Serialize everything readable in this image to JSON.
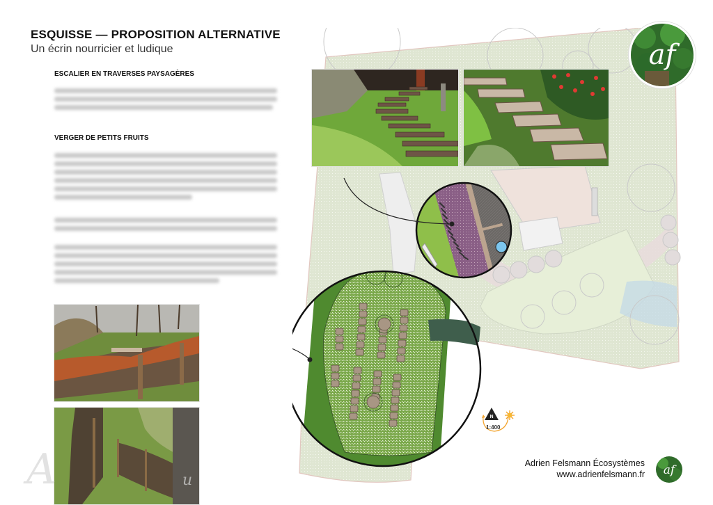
{
  "header": {
    "title": "ESQUISSE — PROPOSITION ALTERNATIVE",
    "subtitle": "Un écrin nourricier et ludique"
  },
  "sections": [
    {
      "heading": "ESCALIER EN TRAVERSES PAYSAGÈRES",
      "paragraphs": [
        {
          "lines": 3,
          "blurred": true
        }
      ]
    },
    {
      "heading": "VERGER DE PETITS FRUITS",
      "paragraphs": [
        {
          "lines": 6,
          "blurred": true
        },
        {
          "lines": 2,
          "blurred": true
        },
        {
          "lines": 5,
          "blurred": true
        }
      ]
    }
  ],
  "photos": [
    {
      "name": "photo-sleeper-steps-lawn",
      "subject": "curving railway-sleeper steps across a lawn"
    },
    {
      "name": "photo-sleeper-steps-garden",
      "subject": "gravel sleeper steps with red flowering shrubs"
    },
    {
      "name": "photo-wattle-fence-leaves",
      "subject": "woven branch hedge with autumn leaves"
    },
    {
      "name": "photo-wattle-fence-path",
      "subject": "curving wattle fence beside a tree trunk"
    }
  ],
  "plan": {
    "callouts": [
      "stair-detail-circle",
      "orchard-detail-circle"
    ],
    "scale": "1:400",
    "north_label": "N"
  },
  "footer": {
    "company": "Adrien Felsmann Écosystèmes",
    "url": "www.adrienfelsmann.fr",
    "logo_text": "af"
  },
  "colors": {
    "lawn_green": "#8fbf4a",
    "dark_green": "#4f8a2f",
    "orchard_green": "#7aa84a",
    "purple_path": "#8a5f86",
    "deck_grey": "#6b6865",
    "plan_pale_green": "#dfe6d2",
    "plan_pale_pink": "#efe2dc",
    "pond_blue": "#7cc6ee",
    "compass_orange": "#f3a530"
  }
}
